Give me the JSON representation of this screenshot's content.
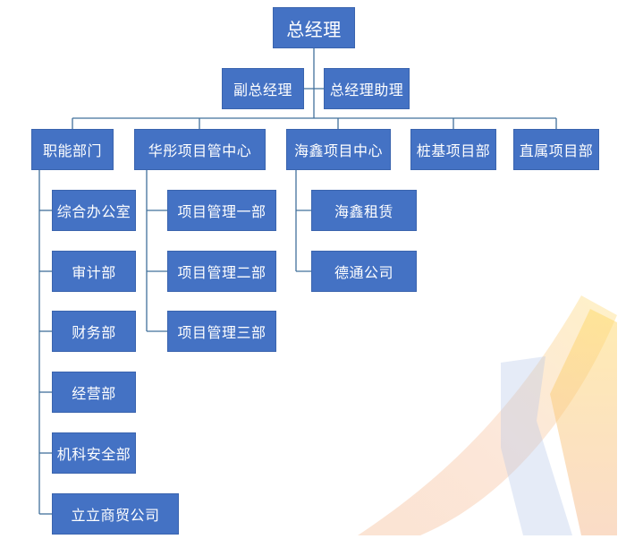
{
  "chart": {
    "root": "总经理",
    "deputy": "副总经理",
    "assistant": "总经理助理",
    "departments": [
      {
        "label": "职能部门",
        "children": [
          "综合办公室",
          "审计部",
          "财务部",
          "经营部",
          "机科安全部",
          "立立商贸公司"
        ]
      },
      {
        "label": "华彤项目管中心",
        "children": [
          "项目管理一部",
          "项目管理二部",
          "项目管理三部"
        ]
      },
      {
        "label": "海鑫项目中心",
        "children": [
          "海鑫租赁",
          "德通公司"
        ]
      },
      {
        "label": "桩基项目部",
        "children": []
      },
      {
        "label": "直属项目部",
        "children": []
      }
    ]
  },
  "colors": {
    "box": "#4472C4",
    "box_border": "#3A64AE",
    "line": "#41719C",
    "text": "#FFFFFF"
  },
  "watermark": {
    "icon": "logo-watermark-icon"
  }
}
